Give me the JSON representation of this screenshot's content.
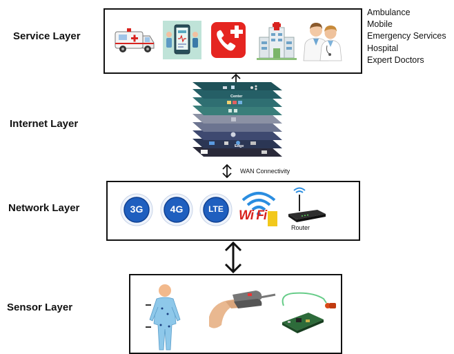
{
  "layers": {
    "service": "Service Layer",
    "internet": "Internet Layer",
    "network": "Network Layer",
    "sensor": "Sensor Layer"
  },
  "services": [
    "Ambulance",
    "Mobile",
    "Emergency Services",
    "Hospital",
    "Expert Doctors"
  ],
  "connections": {
    "wan": "WAN Connectivity"
  },
  "network_icons": {
    "g3": "3G",
    "g4": "4G",
    "lte": "LTE",
    "wifi": "Wi Fi",
    "router": "Router"
  },
  "cloud_stack": {
    "top": "Center",
    "bottom": "Edge"
  },
  "colors": {
    "border": "#111111",
    "network_blue": "#1f5fbf",
    "wifi_red": "#d8231f",
    "wifi_yellow": "#f2c81b",
    "stack_teal": "#2c6f74"
  }
}
